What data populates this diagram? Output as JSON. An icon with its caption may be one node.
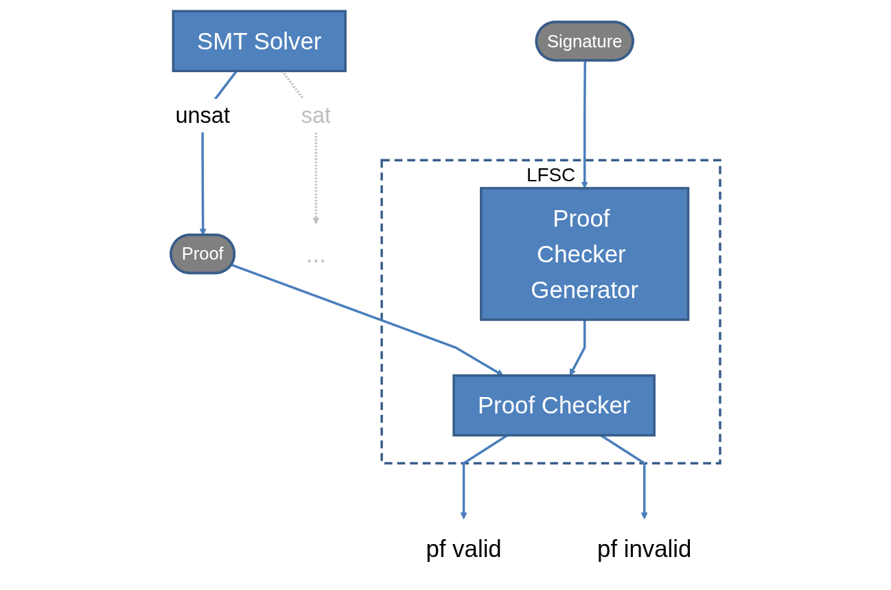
{
  "diagram": {
    "nodes": [
      {
        "text": [
          "SMT Solver"
        ]
      },
      {
        "text": [
          "..."
        ]
      },
      {
        "text": [
          "Proof"
        ]
      },
      {
        "text": [
          "Signature"
        ]
      },
      {
        "text": [
          "LFSC"
        ]
      },
      {
        "text": [
          "Proof Checker"
        ],
        "in": 4
      },
      {
        "text": [
          "Proof Checker Generator"
        ],
        "in": 4
      },
      {
        "text": [
          "pf valid"
        ]
      },
      {
        "text": [
          "pf invalid"
        ]
      }
    ],
    "edges": [
      {
        "from": 0,
        "to": 1,
        "arrow": "to",
        "label": "sat",
        "style": "dashed",
        "color": "#bfbfbf"
      },
      {
        "from": 0,
        "to": 2,
        "arrow": "to",
        "label": "unsat"
      },
      {
        "from": 2,
        "to": 5,
        "arrow": "to"
      },
      {
        "from": 3,
        "to": 6,
        "arrow": "to"
      },
      {
        "from": 6,
        "to": 5,
        "arrow": "to"
      },
      {
        "from": 5,
        "to": 7,
        "arrow": "to"
      },
      {
        "from": 5,
        "to": 8,
        "arrow": "to"
      }
    ]
  }
}
